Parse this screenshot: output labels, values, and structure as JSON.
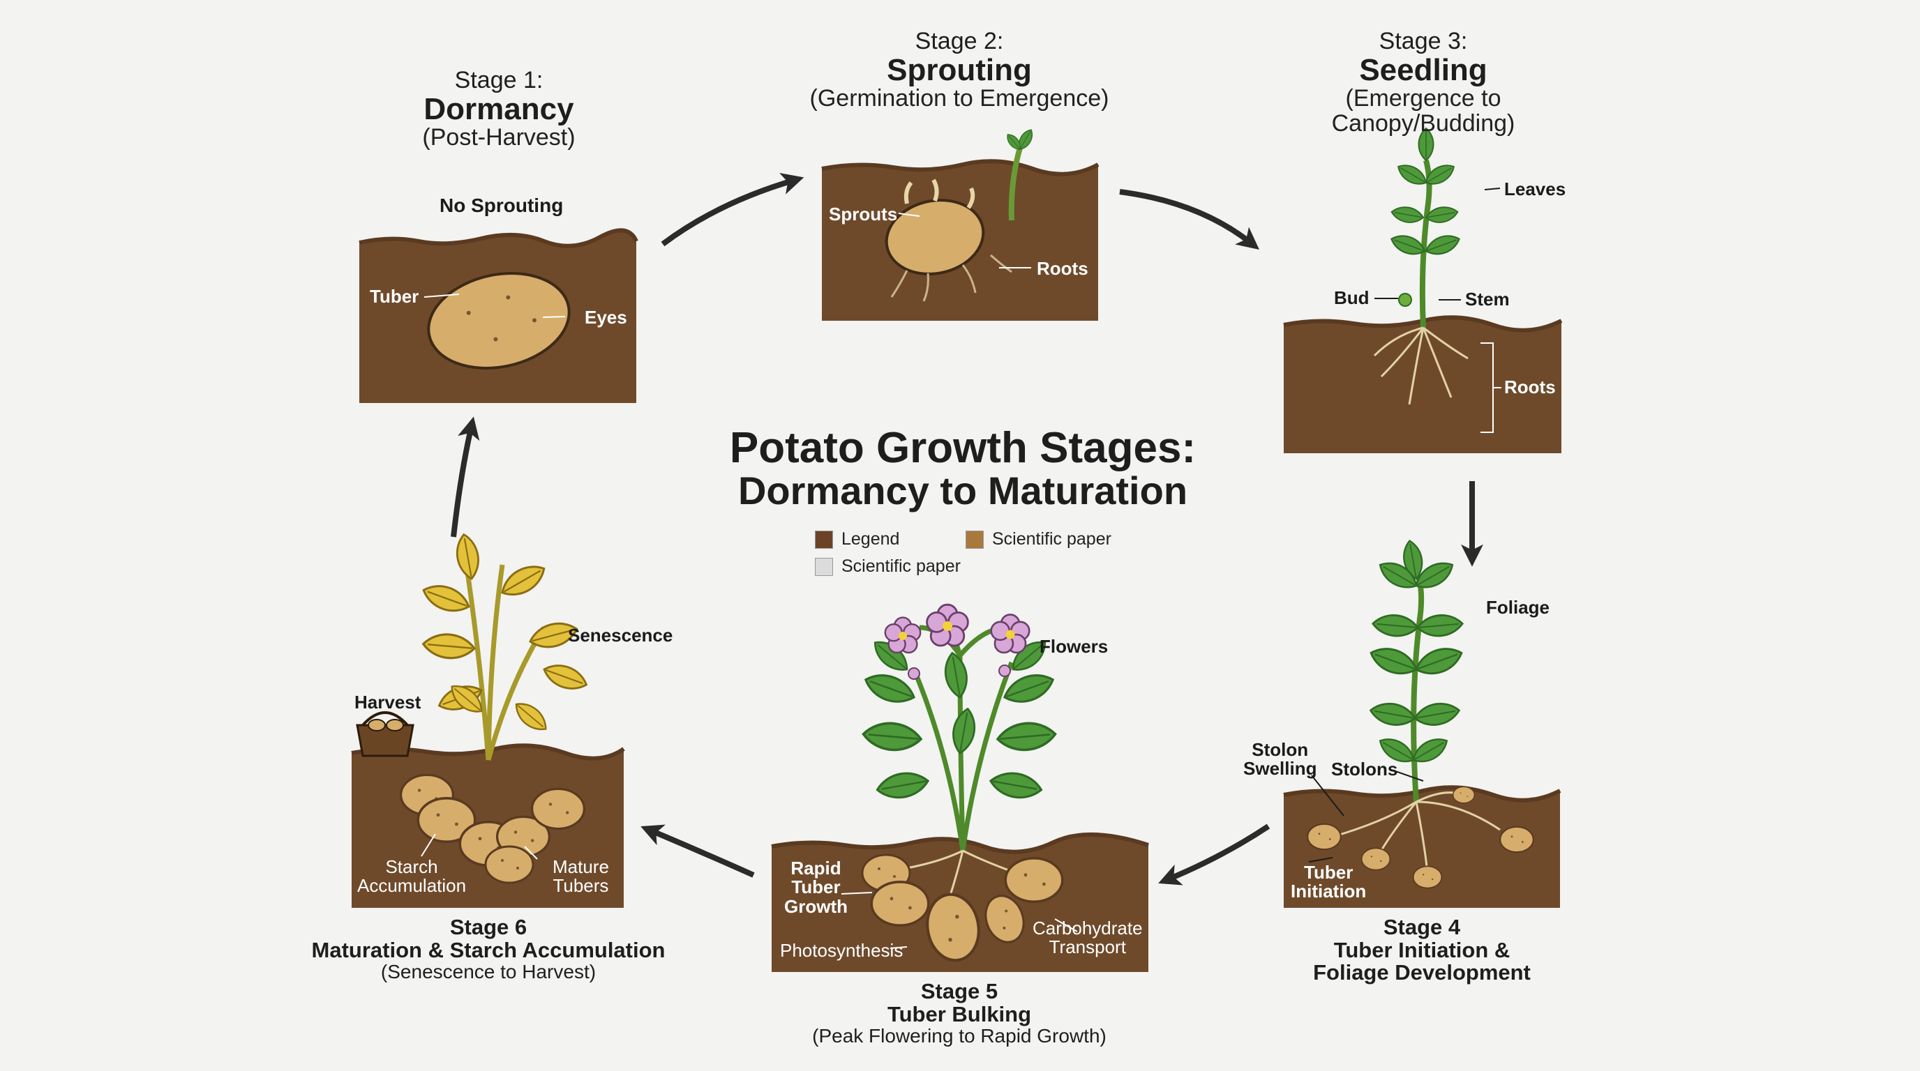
{
  "title": {
    "line1": "Potato Growth Stages:",
    "line2": "Dormancy to Maturation"
  },
  "legend": [
    {
      "label": "Legend",
      "color": "#6b4226"
    },
    {
      "label": "Scientific paper",
      "color": "#a8783c"
    },
    {
      "label": "Scientific paper",
      "color": "#dcdcdc"
    }
  ],
  "stage1": {
    "kicker": "Stage 1:",
    "name": "Dormancy",
    "sub": "(Post-Harvest)",
    "labels": {
      "top": "No Sprouting",
      "tuber": "Tuber",
      "eyes": "Eyes"
    }
  },
  "stage2": {
    "kicker": "Stage 2:",
    "name": "Sprouting",
    "sub": "(Germination to Emergence)",
    "labels": {
      "sprouts": "Sprouts",
      "roots": "Roots"
    }
  },
  "stage3": {
    "kicker": "Stage 3:",
    "name": "Seedling",
    "sub1": "(Emergence to",
    "sub2": "Canopy/Budding)",
    "labels": {
      "leaves": "Leaves",
      "bud": "Bud",
      "stem": "Stem",
      "roots": "Roots"
    }
  },
  "stage4": {
    "kicker": "Stage 4",
    "name1": "Tuber Initiation &",
    "name2": "Foliage Development",
    "labels": {
      "foliage": "Foliage",
      "stolon_swelling_1": "Stolon",
      "stolon_swelling_2": "Swelling",
      "stolons": "Stolons",
      "tuber_initiation_1": "Tuber",
      "tuber_initiation_2": "Initiation"
    }
  },
  "stage5": {
    "kicker": "Stage 5",
    "name": "Tuber Bulking",
    "sub": "(Peak Flowering to Rapid Growth)",
    "labels": {
      "flowers": "Flowers",
      "rapid1": "Rapid",
      "rapid2": "Tuber",
      "rapid3": "Growth",
      "photosynthesis": "Photosynthesis",
      "carb1": "Carbohydrate",
      "carb2": "Transport"
    }
  },
  "stage6": {
    "kicker": "Stage 6",
    "name": "Maturation & Starch Accumulation",
    "sub": "(Senescence to Harvest)",
    "labels": {
      "senescence": "Senescence",
      "harvest": "Harvest",
      "starch1": "Starch",
      "starch2": "Accumulation",
      "mature1": "Mature",
      "mature2": "Tubers"
    }
  },
  "colors": {
    "soil": "#6e4a2b",
    "soil_top": "#5a3a20",
    "tuber": "#d6ad6b",
    "leaf": "#4e9a3a",
    "leaf_dark": "#2f6b24",
    "yellow_leaf": "#e3c13a",
    "flower": "#d9a6d8",
    "arrow": "#2b2b2b",
    "background": "#f3f3f1"
  }
}
